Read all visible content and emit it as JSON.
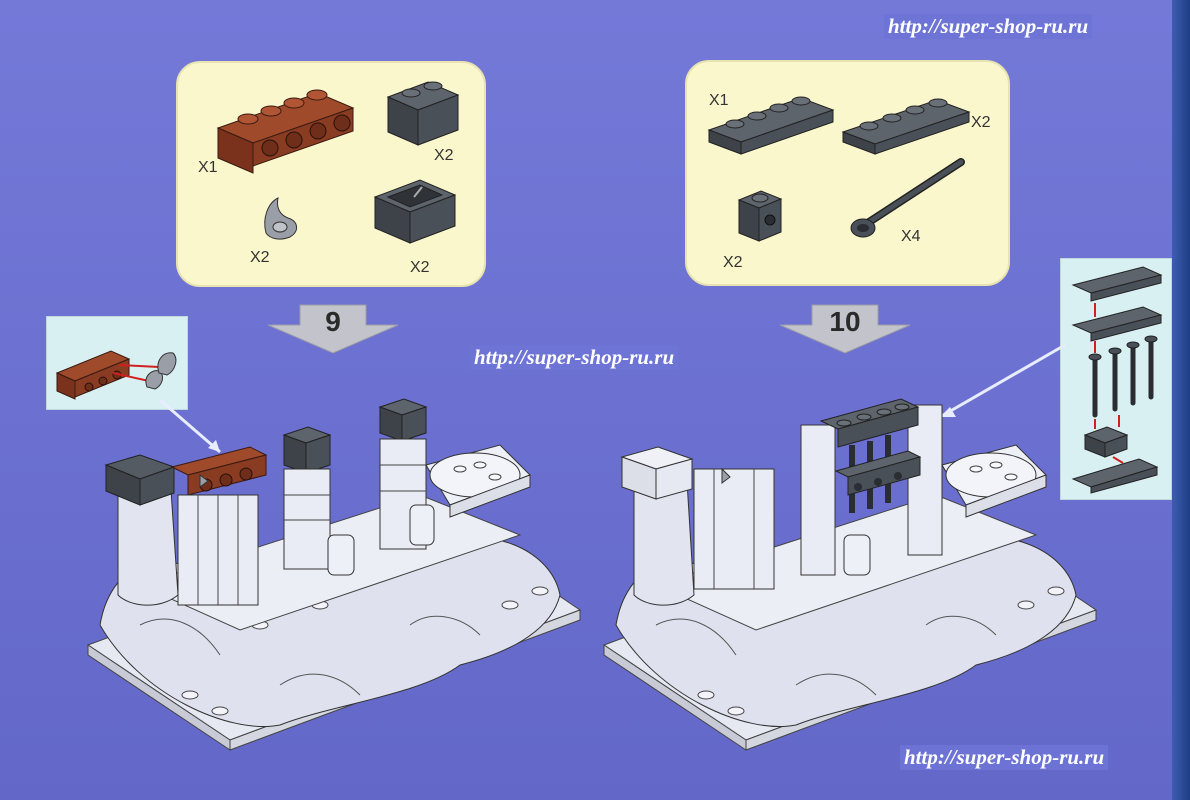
{
  "watermarks": {
    "top": "http://super-shop-ru.ru",
    "middle": "http://super-shop-ru.ru",
    "bottom": "http://super-shop-ru.ru"
  },
  "step_9": {
    "number": "9",
    "parts": [
      {
        "name": "reddish-brown bracket plate 1x4",
        "quantity": "X1",
        "color": "#8a3c22"
      },
      {
        "name": "dark grey brick 1x2",
        "quantity": "X2",
        "color": "#4a5058"
      },
      {
        "name": "grey claw",
        "quantity": "X2",
        "color": "#9a9ea6"
      },
      {
        "name": "dark grey hollow brick 1x2",
        "quantity": "X2",
        "color": "#4a5058"
      }
    ]
  },
  "step_10": {
    "number": "10",
    "parts": [
      {
        "name": "dark grey bracket plate 1x4",
        "quantity": "X1",
        "color": "#4a5058"
      },
      {
        "name": "dark grey plate 1x4",
        "quantity": "X2",
        "color": "#4a5058"
      },
      {
        "name": "dark grey brick 1x1 with hole",
        "quantity": "X2",
        "color": "#4a5058"
      },
      {
        "name": "dark grey bar with stopper",
        "quantity": "X4",
        "color": "#4a5058"
      }
    ]
  },
  "colors": {
    "background": "#6f74d4",
    "panel": "#fbf7cd",
    "callout": "#d9f0f3",
    "model_white": "#ecedf5",
    "arrow_grey": "#bfc0c8",
    "connector_red": "#d02020"
  }
}
